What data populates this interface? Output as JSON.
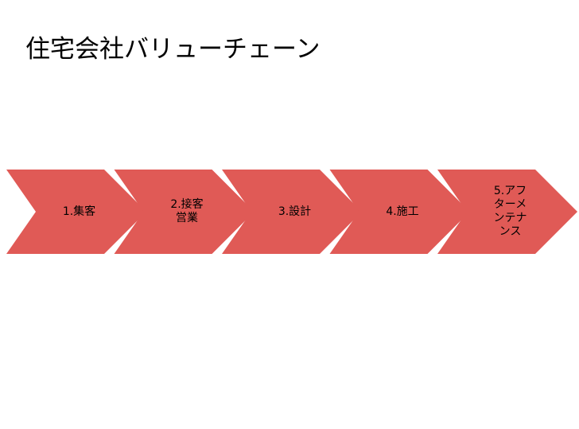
{
  "title": "住宅会社バリューチェーン",
  "color": "#E05A56",
  "steps": [
    {
      "label": "1.集客"
    },
    {
      "label": "2.接客\n営業"
    },
    {
      "label": "3.設計"
    },
    {
      "label": "4.施工"
    },
    {
      "label": "5.アフ\nターメ\nンテナ\nンス"
    }
  ]
}
